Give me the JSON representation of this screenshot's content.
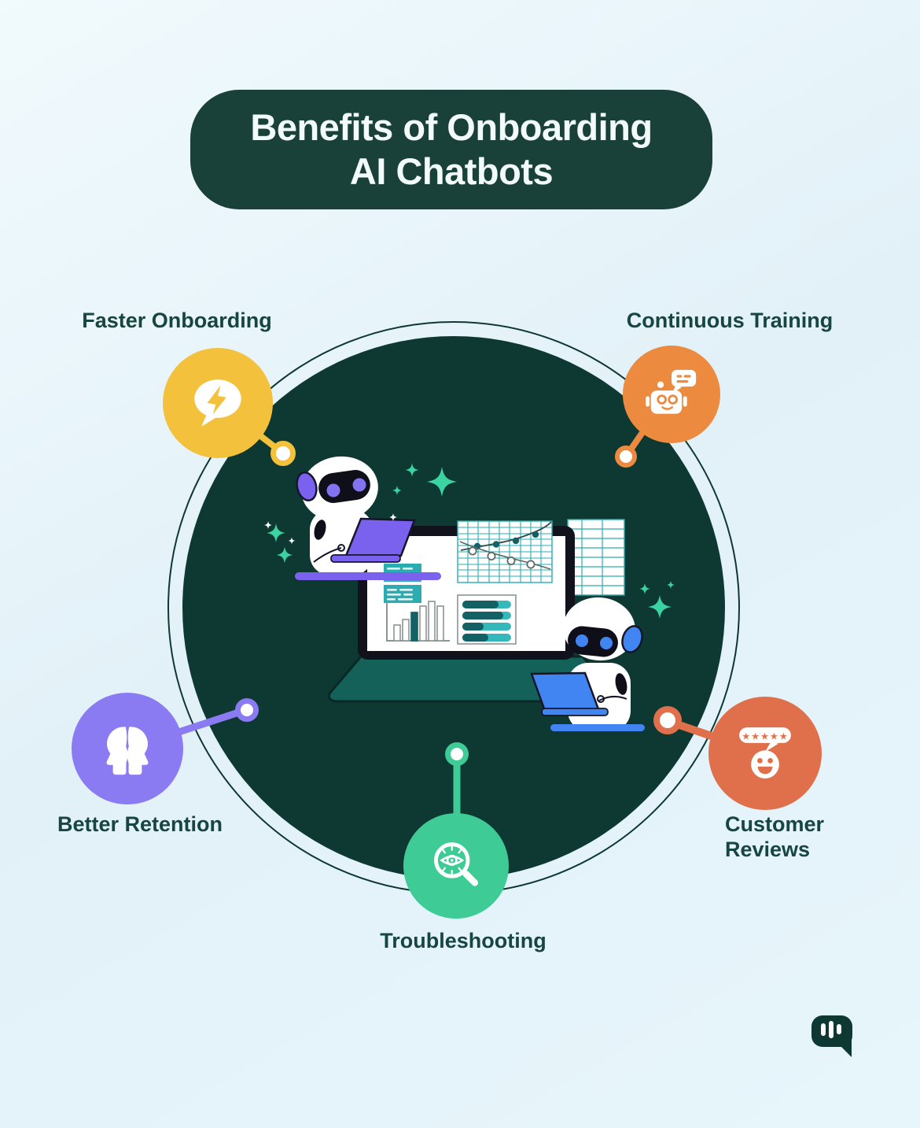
{
  "title": {
    "line1": "Benefits of Onboarding",
    "line2": "AI Chatbots"
  },
  "benefits": [
    {
      "label": "Faster Onboarding",
      "icon": "lightning-speech-bubble-icon",
      "color_key": "yellow"
    },
    {
      "label": "Continuous Training",
      "icon": "chatbot-message-icon",
      "color_key": "orange"
    },
    {
      "label": "Better Retention",
      "icon": "two-profile-heads-icon",
      "color_key": "purple"
    },
    {
      "label": "Troubleshooting",
      "icon": "magnifier-eye-icon",
      "color_key": "green"
    },
    {
      "label": "Customer Reviews",
      "icon": "smiley-five-star-review-icon",
      "color_key": "coral"
    }
  ],
  "illustration": {
    "icons": [
      "robot-left-icon",
      "robot-right-icon",
      "laptop-dashboard-icon",
      "sparkle-icons"
    ]
  },
  "logo": {
    "icon": "chat-bubble-logo"
  },
  "colors": {
    "ink": "#0e3832",
    "pill": "#1a4139",
    "label": "#17453f",
    "titletext": "#f3fbfa",
    "yellow": "#f4c13d",
    "orange": "#ec8b40",
    "purple": "#8b7bf3",
    "green": "#3ecb95",
    "coral": "#df704b",
    "teal": "#2bacb0",
    "tealdark": "#136164",
    "laptopbase": "#136158",
    "sparkle": "#3bd3a2",
    "blue": "#4185f2",
    "robotpurple": "#7a62ee",
    "bg1": "#f1fafd",
    "bg2": "#e2f1f8"
  }
}
